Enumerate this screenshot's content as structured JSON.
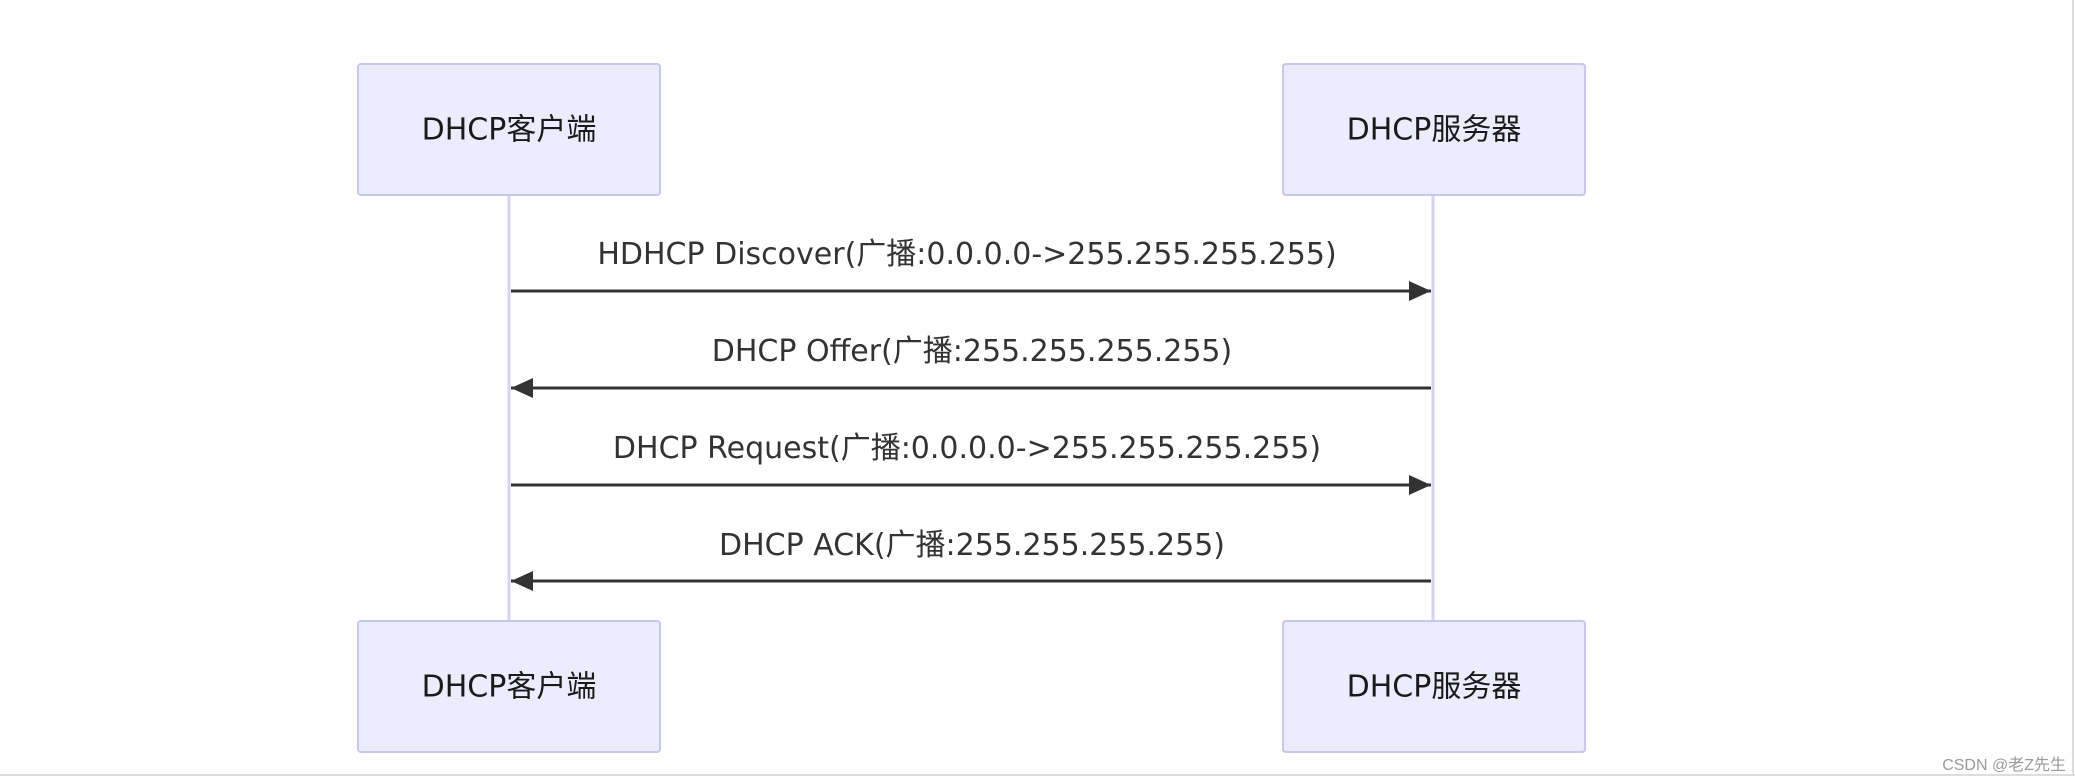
{
  "actors": {
    "client": {
      "label": "DHCP客户端"
    },
    "server": {
      "label": "DHCP服务器"
    }
  },
  "messages": [
    {
      "from": "client",
      "to": "server",
      "label": "HDHCP Discover(广播:0.0.0.0->255.255.255.255)"
    },
    {
      "from": "server",
      "to": "client",
      "label": "DHCP Offer(广播:255.255.255.255)"
    },
    {
      "from": "client",
      "to": "server",
      "label": "DHCP Request(广播:0.0.0.0->255.255.255.255)"
    },
    {
      "from": "server",
      "to": "client",
      "label": "DHCP ACK(广播:255.255.255.255)"
    }
  ],
  "watermark": "CSDN @老Z先生",
  "colors": {
    "actor_fill": "#ececff",
    "actor_border": "#c9c6f0",
    "lifeline": "#d6d2f4",
    "message_line": "#333333"
  }
}
